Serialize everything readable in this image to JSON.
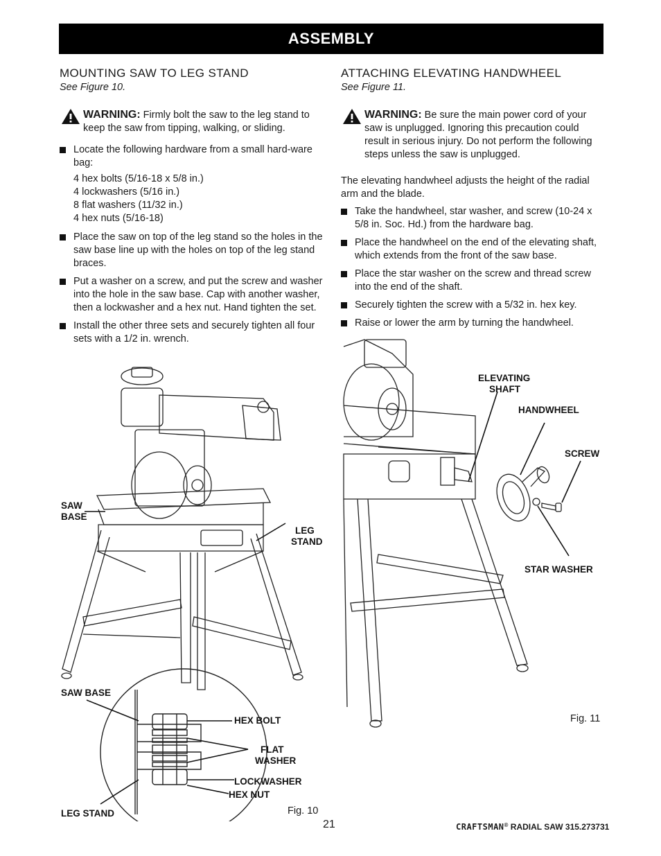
{
  "header": {
    "banner": "ASSEMBLY"
  },
  "left": {
    "title": "MOUNTING SAW TO LEG STAND",
    "see_figure": "See Figure 10.",
    "warning_label": "WARNING:",
    "warning_text": " Firmly bolt the saw to the leg stand to keep the saw from tipping, walking, or sliding.",
    "bullet1": "Locate the following hardware from a small hard-ware bag:",
    "hardware": [
      "4 hex bolts (5/16-18 x 5/8 in.)",
      "4 lockwashers (5/16 in.)",
      "8 flat washers (11/32 in.)",
      "4 hex nuts (5/16-18)"
    ],
    "bullet2": "Place the saw on top of the leg stand so the holes in the saw base line up with the holes on top of the leg stand braces.",
    "bullet3": "Put a washer on a screw, and put the screw and washer into the hole in the saw base. Cap with another washer, then a lockwasher and a hex nut. Hand tighten the set.",
    "bullet4": "Install the other three sets and securely tighten all four sets with a 1/2 in. wrench."
  },
  "right": {
    "title": "ATTACHING ELEVATING HANDWHEEL",
    "see_figure": "See Figure 11.",
    "warning_label": "WARNING:",
    "warning_text": " Be sure the main power cord of your saw is unplugged. Ignoring this precaution could result in serious injury. Do not perform the following steps unless the saw is unplugged.",
    "intro": "The elevating handwheel adjusts the height of the radial arm and the blade.",
    "bullets": [
      "Take the handwheel, star washer, and screw (10-24 x 5/8 in. Soc. Hd.) from the hardware bag.",
      "Place the handwheel on the end of the elevating shaft, which extends from the front of the saw base.",
      "Place the star washer on the screw and thread screw into the end of the shaft.",
      "Securely tighten the screw with a 5/32 in. hex key.",
      "Raise or lower the arm by turning the handwheel."
    ]
  },
  "fig10": {
    "saw_base_1": "SAW",
    "saw_base_2": "BASE",
    "leg_1": "LEG",
    "leg_2": "STAND",
    "saw_base_detail": "SAW BASE",
    "hex_bolt": "HEX BOLT",
    "flat_1": "FLAT",
    "flat_2": "WASHER",
    "lockwasher": "LOCKWASHER",
    "hex_nut": "HEX NUT",
    "leg_stand_detail": "LEG STAND",
    "caption": "Fig. 10"
  },
  "fig11": {
    "elev_1": "ELEVATING",
    "elev_2": "SHAFT",
    "handwheel": "HANDWHEEL",
    "screw": "SCREW",
    "star_washer": "STAR WASHER",
    "caption": "Fig. 11"
  },
  "footer": {
    "page_number": "21",
    "brand": "CRAFTSMAN",
    "model": "RADIAL SAW 315.273731"
  }
}
